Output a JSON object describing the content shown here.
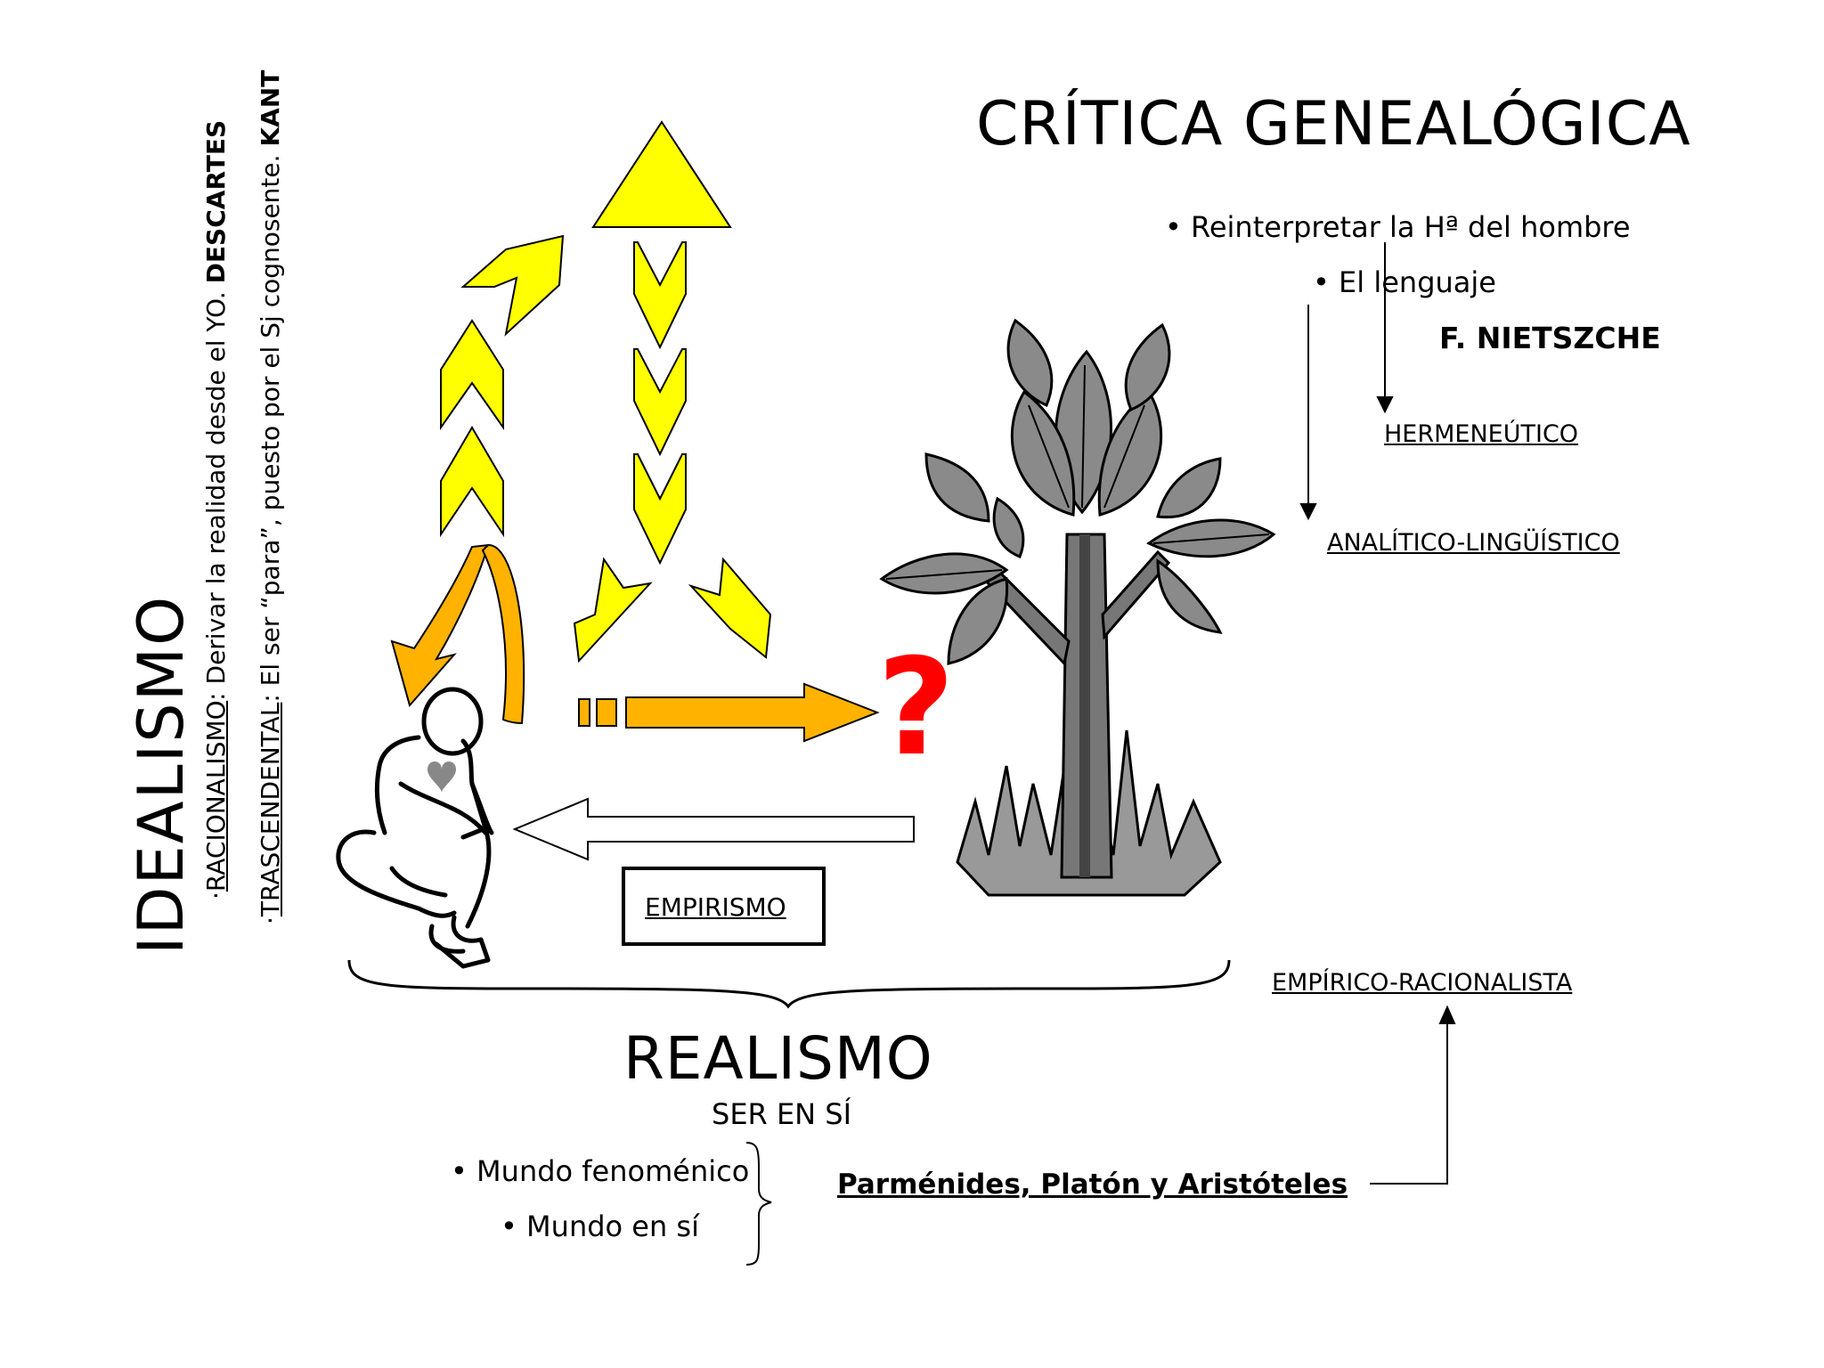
{
  "title": "CRÍTICA GENEALÓGICA",
  "genealogy": {
    "bullet1": "Reinterpretar la Hª del hombre",
    "bullet2": "El lenguaje",
    "author": "F. NIETSZCHE",
    "hermeneutic": "HERMENEÚTICO",
    "analytic": "ANALÍTICO-LINGÜÍSTICO"
  },
  "idealism": {
    "title": "IDEALISMO",
    "racionalismo_label": "RACIONALISMO",
    "racionalismo_text": ": Derivar la realidad desde el YO. ",
    "racionalismo_author": "DESCARTES",
    "trascendental_label": "TRASCENDENTAL",
    "trascendental_text": ": El ser “para”, puesto por el Sj cognosente. ",
    "trascendental_author": "KANT"
  },
  "empirismo": "EMPIRISMO",
  "question_mark": "?",
  "realism": {
    "title": "REALISMO",
    "subtitle": "SER EN SÍ",
    "item1": "Mundo fenoménico",
    "item2": "Mundo en sí",
    "authors": "Parménides, Platón y Aristóteles",
    "empirico_racionalista": "EMPÍRICO-RACIONALISTA"
  },
  "colors": {
    "yellow": "#FFFF00",
    "orange": "#FFB300",
    "red": "#FF0000",
    "leaf_gray": "#8A8A8A",
    "dark_gray": "#555555"
  }
}
